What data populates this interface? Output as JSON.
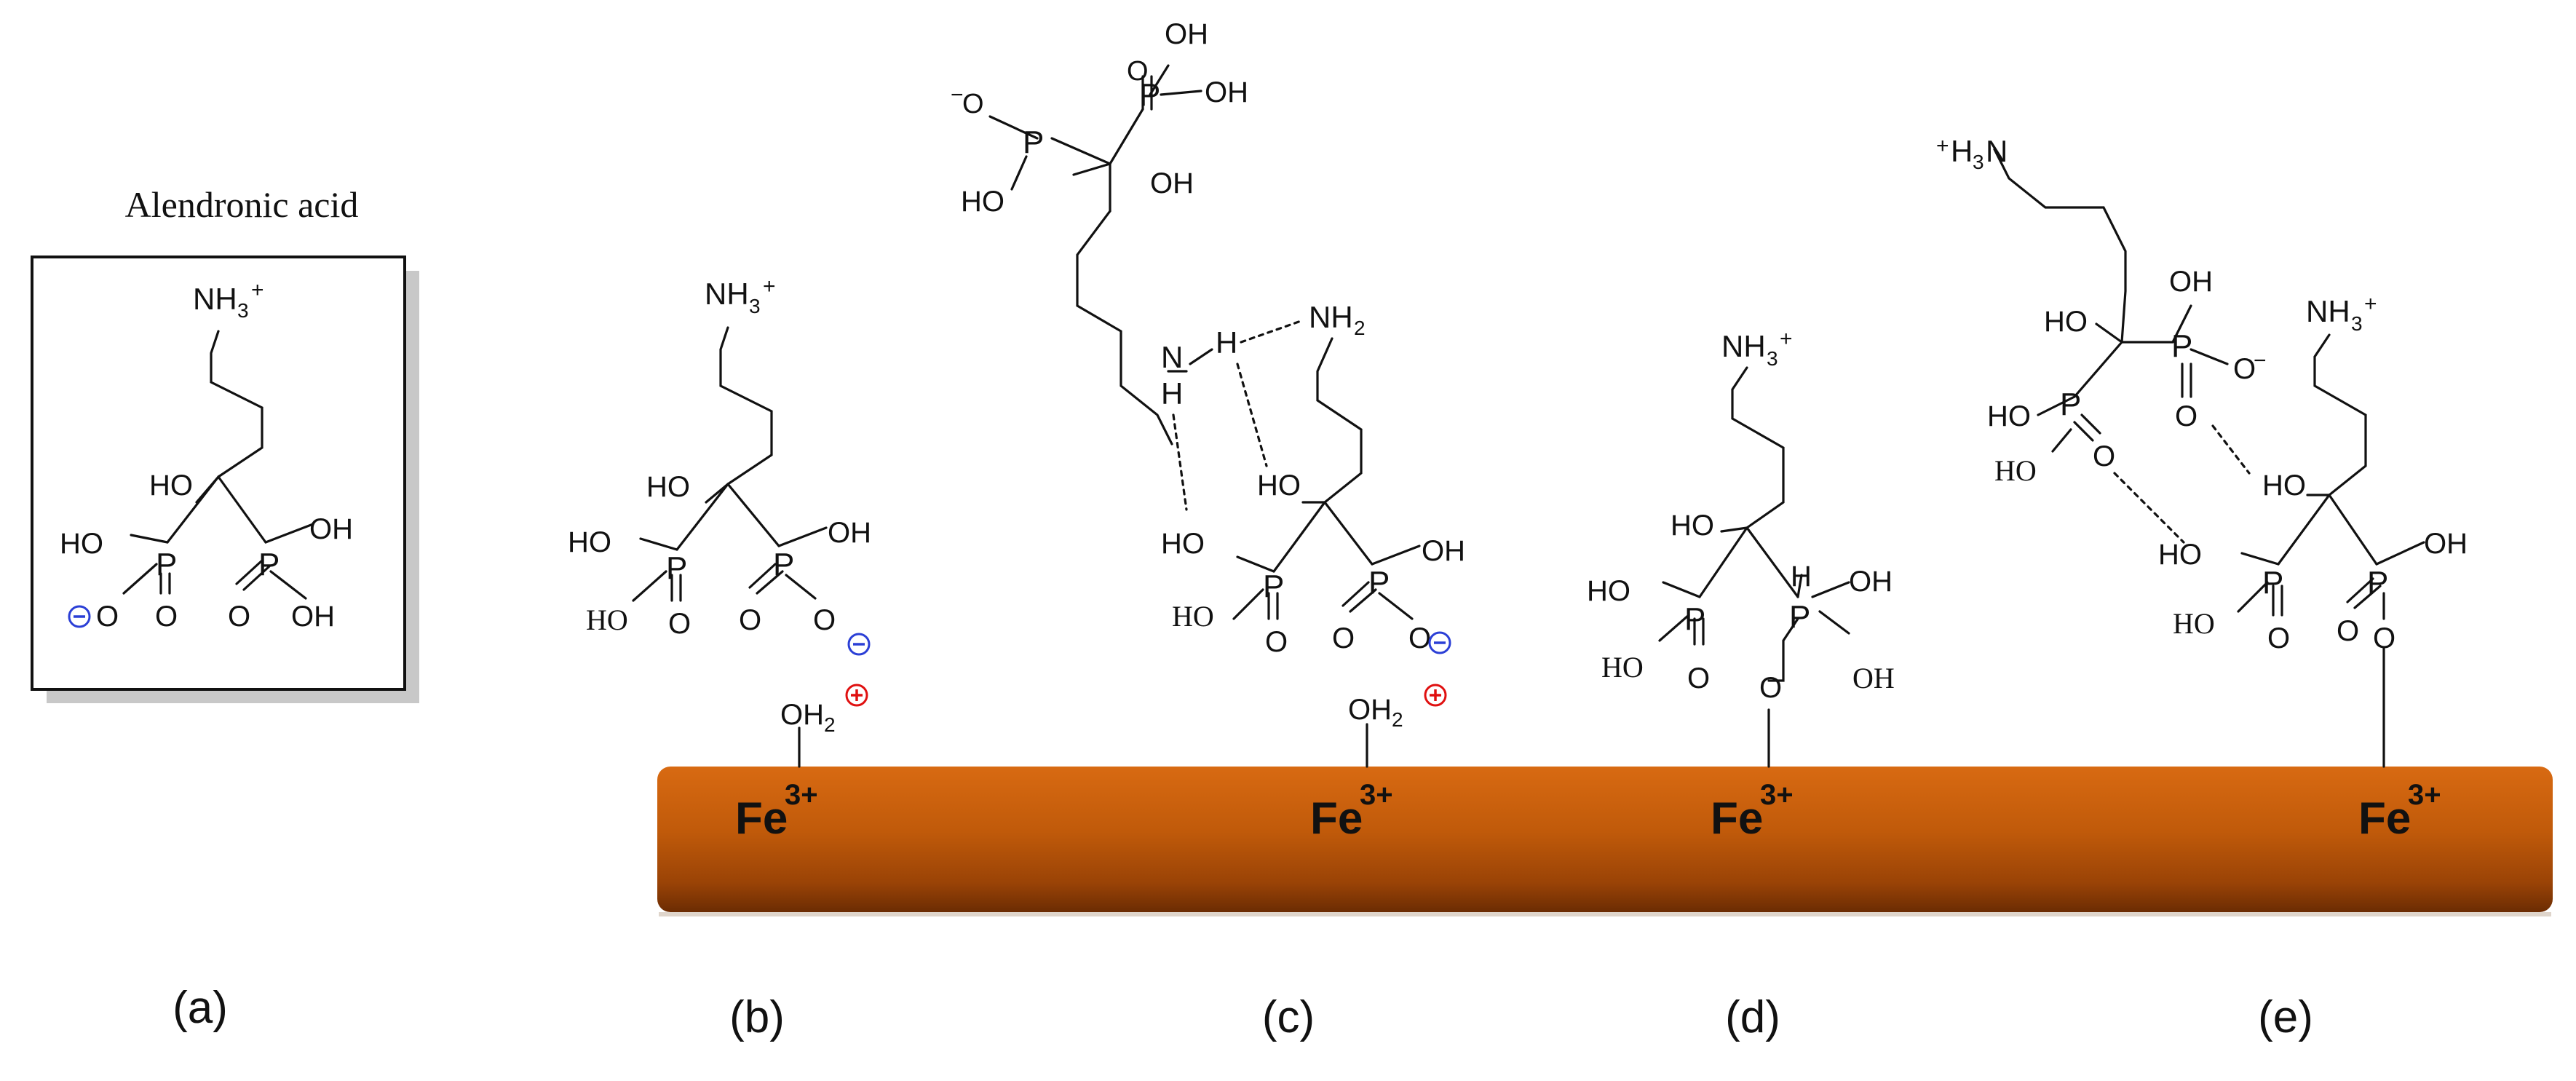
{
  "title": "Alendronic acid",
  "panel_labels": [
    "(a)",
    "(b)",
    "(c)",
    "(d)",
    "(e)"
  ],
  "iron_label": "Fe",
  "iron_charge": "3+",
  "atoms": {
    "P": "P",
    "HO": "HO",
    "OH": "OH",
    "O": "O",
    "NH3": "NH",
    "NH2": "NH",
    "N": "N",
    "H": "H",
    "H3N": "H",
    "OH2": "OH",
    "sub2": "2",
    "sub3": "3",
    "N_letter": "N",
    "plus": "+",
    "minus": "−"
  },
  "charge_symbols": {
    "negative": "−",
    "positive": "+"
  },
  "colors": {
    "surface_top": "#d2640e",
    "surface_mid": "#b35208",
    "surface_bottom": "#6e2e04",
    "negative_charge": "#2b3fd6",
    "positive_charge": "#e01010",
    "ink": "#111111",
    "box_shadow": "#c8c8c8"
  }
}
